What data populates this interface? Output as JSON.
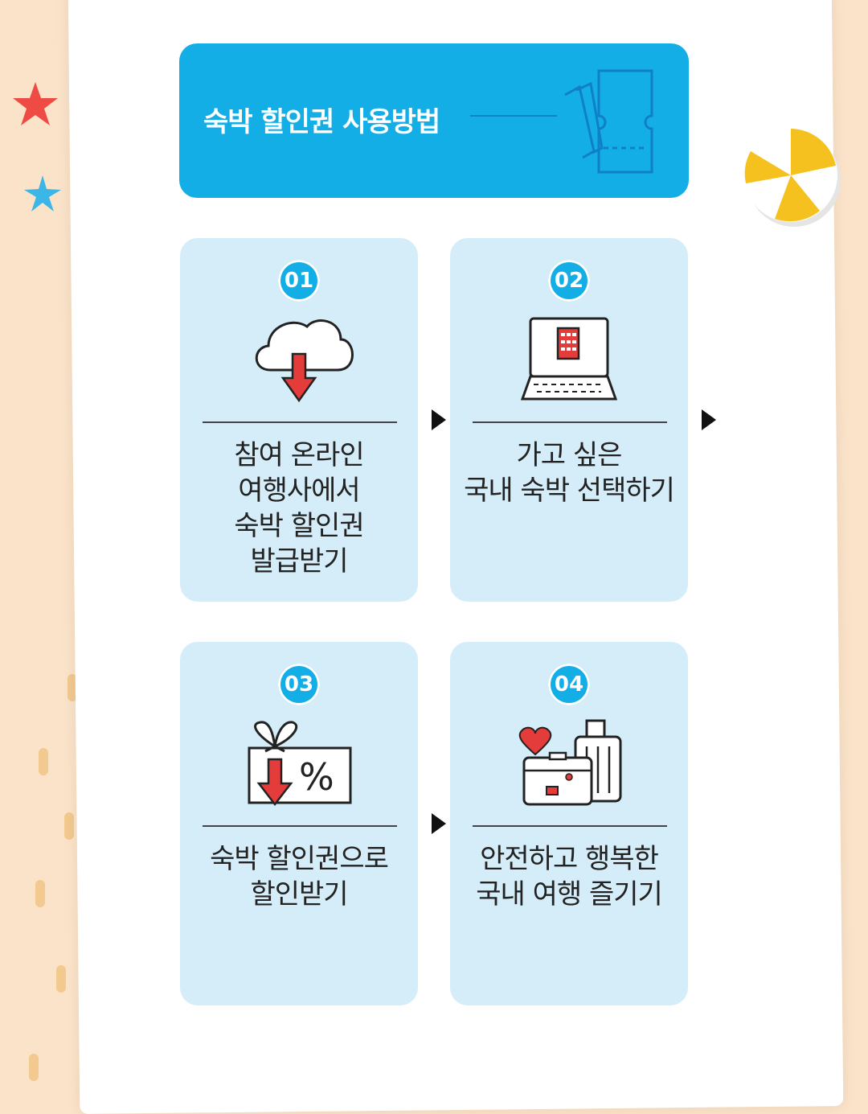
{
  "header": {
    "title": "숙박 할인권 사용방법",
    "icon": "ticket-icon"
  },
  "steps": [
    {
      "num": "01",
      "text": "참여 온라인\n여행사에서\n숙박 할인권\n발급받기",
      "icon": "cloud-download-icon"
    },
    {
      "num": "02",
      "text": "가고 싶은\n국내 숙박 선택하기",
      "icon": "laptop-hotel-icon"
    },
    {
      "num": "03",
      "text": "숙박 할인권으로\n할인받기",
      "icon": "gift-coupon-icon"
    },
    {
      "num": "04",
      "text": "안전하고 행복한\n국내 여행 즐기기",
      "icon": "luggage-heart-icon"
    }
  ],
  "colors": {
    "accent": "#14aee7",
    "card_bg": "#d5edf8",
    "background": "#fbe3c9",
    "icon_red": "#e43b3b"
  }
}
